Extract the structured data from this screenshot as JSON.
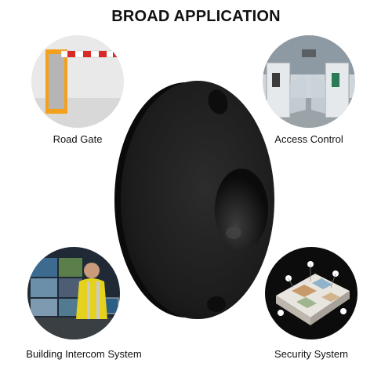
{
  "title": "BROAD APPLICATION",
  "applications": [
    {
      "label": "Road Gate",
      "icon": "road-gate-barrier-icon"
    },
    {
      "label": "Access Control",
      "icon": "turnstile-icon"
    },
    {
      "label": "Building Intercom System",
      "icon": "monitoring-room-icon"
    },
    {
      "label": "Security System",
      "icon": "floorplan-icon"
    }
  ],
  "product": {
    "icon": "round-motion-sensor-icon",
    "color": "#1c1c1c"
  },
  "colors": {
    "background": "#ffffff",
    "text": "#111111",
    "accent_orange": "#f3a11b",
    "accent_red": "#d92a2a"
  }
}
